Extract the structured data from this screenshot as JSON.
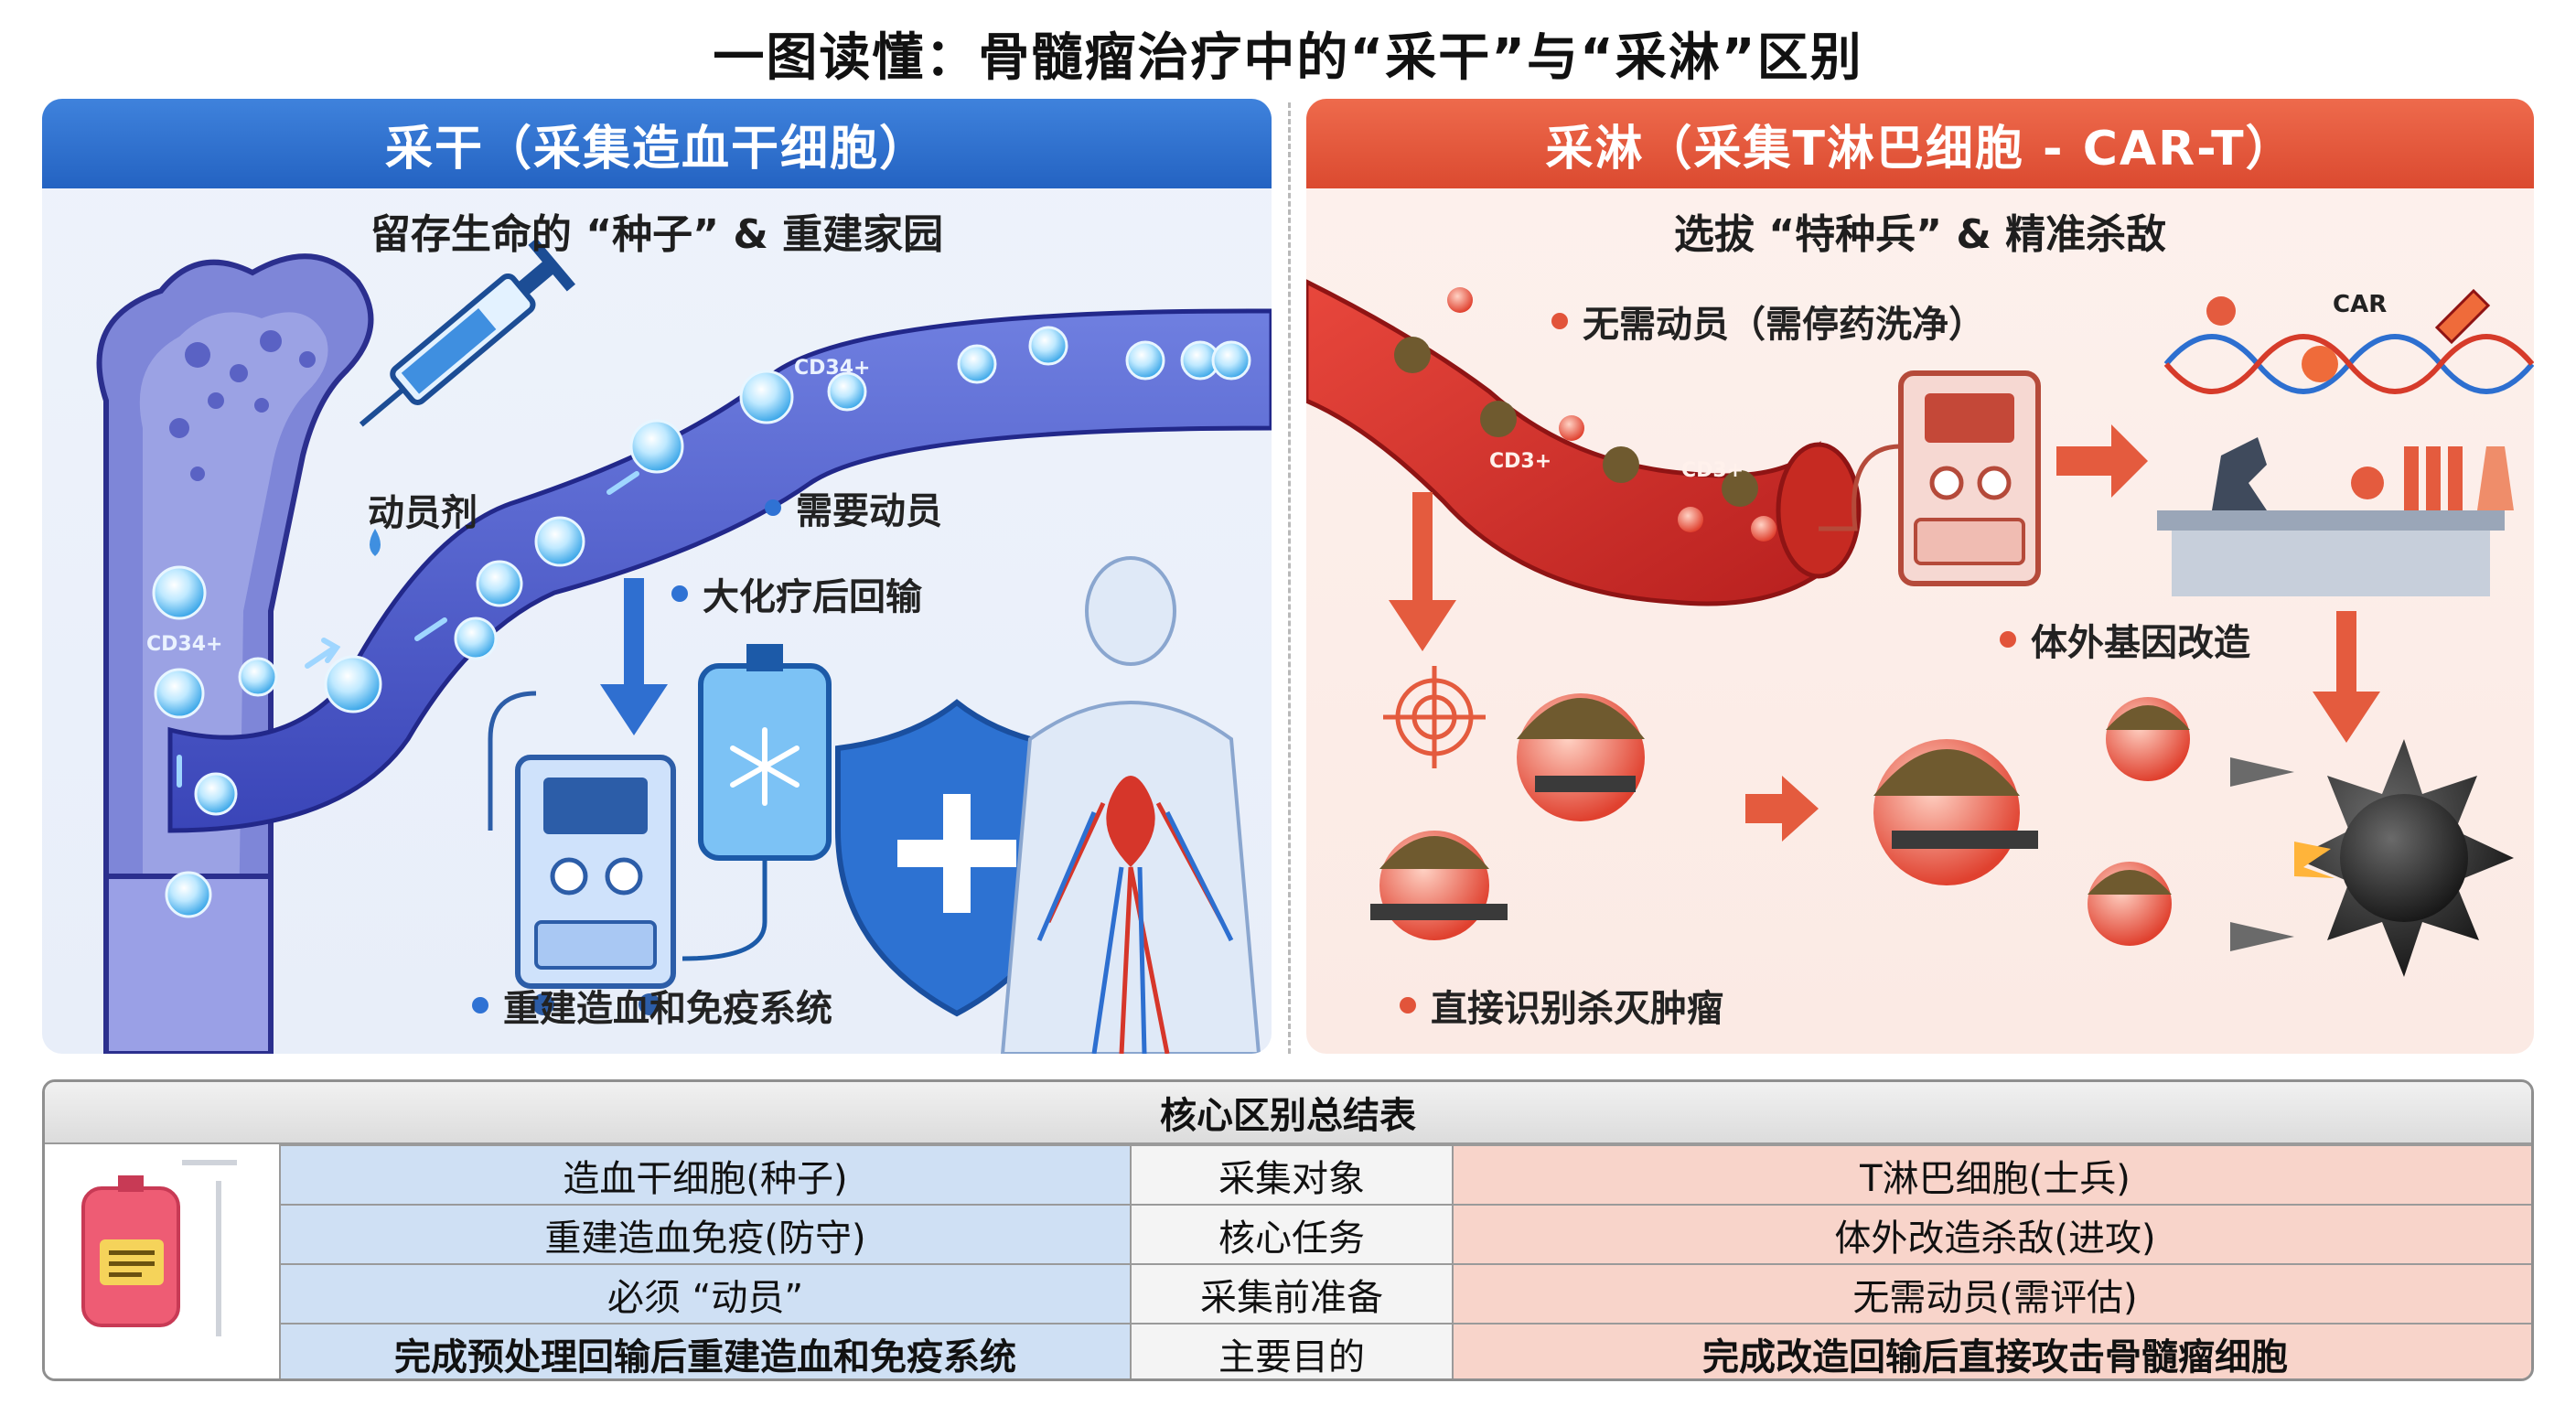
{
  "title": "一图读懂：骨髓瘤治疗中的“采干”与“采淋”区别",
  "left": {
    "header": "采干（采集造血干细胞）",
    "subtitle": "留存生命的 “种子” & 重建家园",
    "label_mobilizer": "动员剂",
    "label_need": "需要动员",
    "label_reinfuse": "大化疗后回输",
    "label_rebuild": "重建造血和免疫系统",
    "tag_cd34_a": "CD34+",
    "tag_cd34_b": "CD34+"
  },
  "right": {
    "header": "采淋（采集T淋巴细胞 - CAR-T）",
    "subtitle": "选拔 “特种兵” & 精准杀敌",
    "label_nomob": "无需动员（需停药洗净）",
    "label_gene": "体外基因改造",
    "label_kill": "直接识别杀灭肿瘤",
    "tag_cd3_a": "CD3+",
    "tag_cd3_b": "CD3+",
    "tag_car": "CAR"
  },
  "table": {
    "title": "核心区别总结表",
    "rows": [
      {
        "left": "造血干细胞(种子)",
        "mid": "采集对象",
        "right": "T淋巴细胞(士兵)"
      },
      {
        "left": "重建造血免疫(防守)",
        "mid": "核心任务",
        "right": "体外改造杀敌(进攻)"
      },
      {
        "left": "必须 “动员”",
        "mid": "采集前准备",
        "right": "无需动员(需评估)"
      },
      {
        "left": "完成预处理回输后重建造血和免疫系统",
        "mid": "主要目的",
        "right": "完成改造回输后直接攻击骨髓瘤细胞"
      }
    ]
  },
  "colors": {
    "blue_header": "#2463c2",
    "red_header": "#db4a30",
    "left_col": "#cfe0f4",
    "right_col": "#f8d4ca"
  }
}
